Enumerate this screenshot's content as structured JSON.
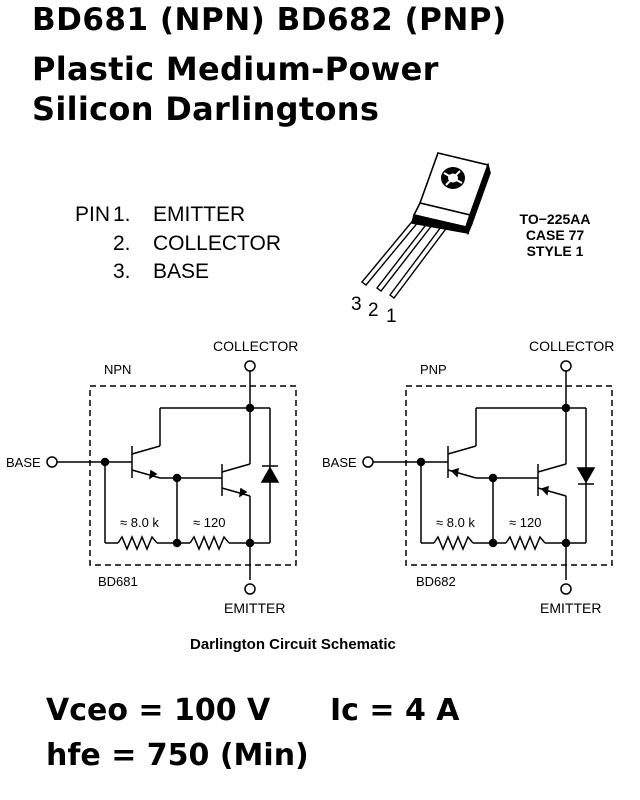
{
  "header": {
    "title_line": "BD681 (NPN)   BD682 (PNP)",
    "subtitle_line1": "Plastic Medium-Power",
    "subtitle_line2": "Silicon Darlingtons"
  },
  "pins": {
    "prefix": "PIN",
    "items": [
      {
        "number": "1.",
        "name": "EMITTER"
      },
      {
        "number": "2.",
        "name": "COLLECTOR"
      },
      {
        "number": "3.",
        "name": "BASE"
      }
    ]
  },
  "package": {
    "line1": "TO−225AA",
    "line2": "CASE 77",
    "line3": "STYLE 1",
    "lead_labels": [
      "3",
      "2",
      "1"
    ]
  },
  "schematics": [
    {
      "type_label": "NPN",
      "part_label": "BD681",
      "collector_label": "COLLECTOR",
      "emitter_label": "EMITTER",
      "base_label": "BASE",
      "r1_label": "≈ 8.0 k",
      "r2_label": "≈ 120"
    },
    {
      "type_label": "PNP",
      "part_label": "BD682",
      "collector_label": "COLLECTOR",
      "emitter_label": "EMITTER",
      "base_label": "BASE",
      "r1_label": "≈ 8.0 k",
      "r2_label": "≈ 120"
    }
  ],
  "caption": "Darlington Circuit Schematic",
  "specs": {
    "vceo": "Vceo = 100 V",
    "ic": "Ic = 4 A",
    "hfe": "hfe = 750 (Min)"
  }
}
